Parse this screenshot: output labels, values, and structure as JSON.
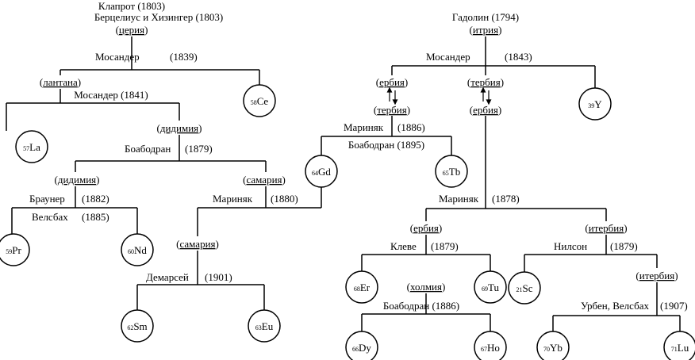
{
  "header_left": {
    "line1": "Клапрот (1803)",
    "line2": "Берцелиус и Хизингер (1803)"
  },
  "header_right": "Гадолин (1794)",
  "compounds": {
    "ceria": "церия",
    "lanthana": "лантана",
    "didymia1": "дидимия",
    "didymia2": "дидимия",
    "samaria1": "самария",
    "samaria2": "самария",
    "yttria": "итрия",
    "erbia1": "ербия",
    "terbia1": "тербия",
    "terbia2": "тербия",
    "erbia2": "ербия",
    "erbia3": "ербия",
    "ytterbia1": "итербия",
    "holmia": "холмия",
    "ytterbia2": "итербия"
  },
  "discoveries": {
    "mosander1839": {
      "name": "Мосандер",
      "year": "(1839)"
    },
    "mosander1841": "Мосандер (1841)",
    "boisbaudran1879": {
      "name": "Боабодран",
      "year": "(1879)"
    },
    "brauner1882": {
      "name": "Браунер",
      "year": "(1882)"
    },
    "welsbach1885": {
      "name": "Велсбах",
      "year": "(1885)"
    },
    "marignac1880": {
      "name": "Мариняк",
      "year": "(1880)"
    },
    "demarcay1901": {
      "name": "Демарсей",
      "year": "(1901)"
    },
    "mosander1843": {
      "name": "Мосандер",
      "year": "(1843)"
    },
    "marignac1886": {
      "name": "Мариняк",
      "year": "(1886)"
    },
    "boisbaudran1895": "Боабодран (1895)",
    "marignac1878": {
      "name": "Мариняк",
      "year": "(1878)"
    },
    "cleve1879": {
      "name": "Клеве",
      "year": "(1879)"
    },
    "nilson1879": {
      "name": "Нилсон",
      "year": "(1879)"
    },
    "boisbaudran1886": "Боабодран (1886)",
    "urbain1907": {
      "name": "Урбен, Велсбах",
      "year": "(1907)"
    }
  },
  "elements": {
    "ce": {
      "z": "58",
      "symbol": "Ce"
    },
    "la": {
      "z": "57",
      "symbol": "La"
    },
    "pr": {
      "z": "59",
      "symbol": "Pr"
    },
    "nd": {
      "z": "60",
      "symbol": "Nd"
    },
    "sm": {
      "z": "62",
      "symbol": "Sm"
    },
    "eu": {
      "z": "63",
      "symbol": "Eu"
    },
    "gd": {
      "z": "64",
      "symbol": "Gd"
    },
    "tb": {
      "z": "65",
      "symbol": "Tb"
    },
    "y": {
      "z": "39",
      "symbol": "Y"
    },
    "er": {
      "z": "68",
      "symbol": "Er"
    },
    "tu": {
      "z": "69",
      "symbol": "Tu"
    },
    "sc": {
      "z": "21",
      "symbol": "Sc"
    },
    "dy": {
      "z": "66",
      "symbol": "Dy"
    },
    "ho": {
      "z": "67",
      "symbol": "Ho"
    },
    "yb": {
      "z": "70",
      "symbol": "Yb"
    },
    "lu": {
      "z": "71",
      "symbol": "Lu"
    }
  }
}
